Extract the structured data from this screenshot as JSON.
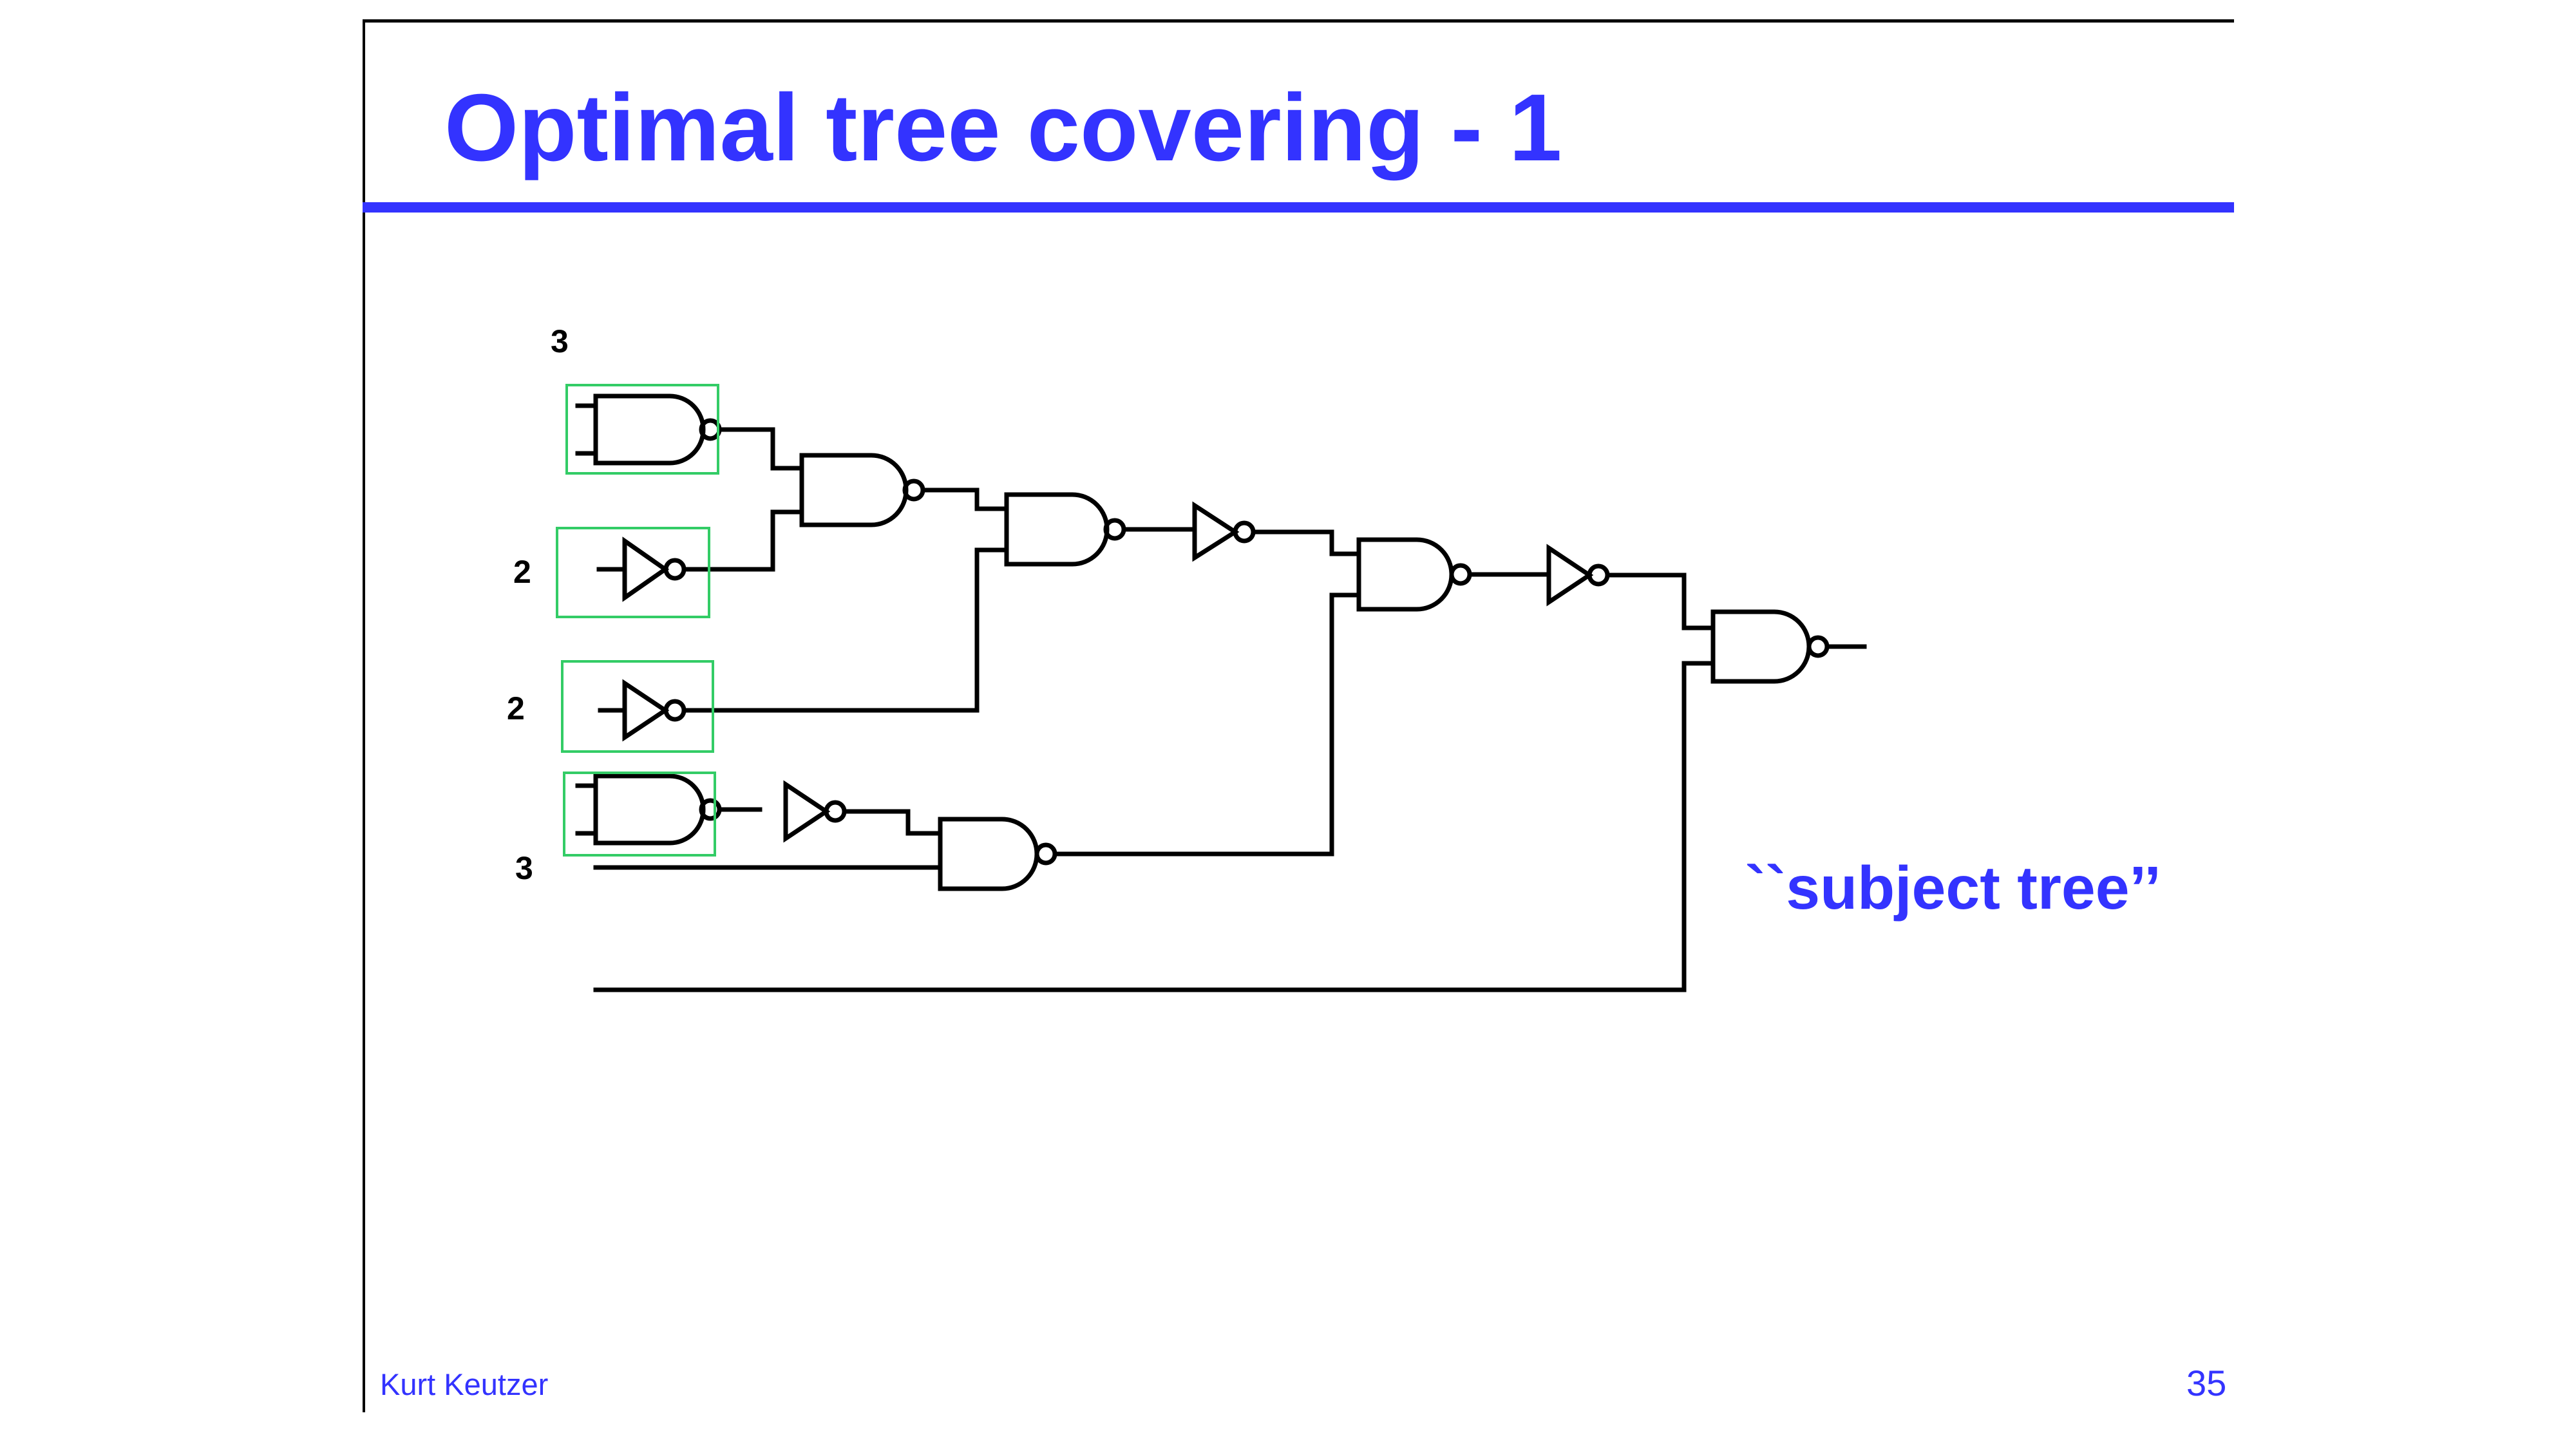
{
  "slide": {
    "title": "Optimal tree covering - 1",
    "annotation": "``subject tree’’",
    "author": "Kurt Keutzer",
    "page_number": "35"
  },
  "costs": [
    "3",
    "2",
    "2",
    "3"
  ],
  "colors": {
    "title": "#3333ff",
    "match_box": "#33cc66",
    "wire": "#000000"
  },
  "icons": {
    "nand": "nand-gate-icon",
    "inverter": "inverter-gate-icon"
  }
}
